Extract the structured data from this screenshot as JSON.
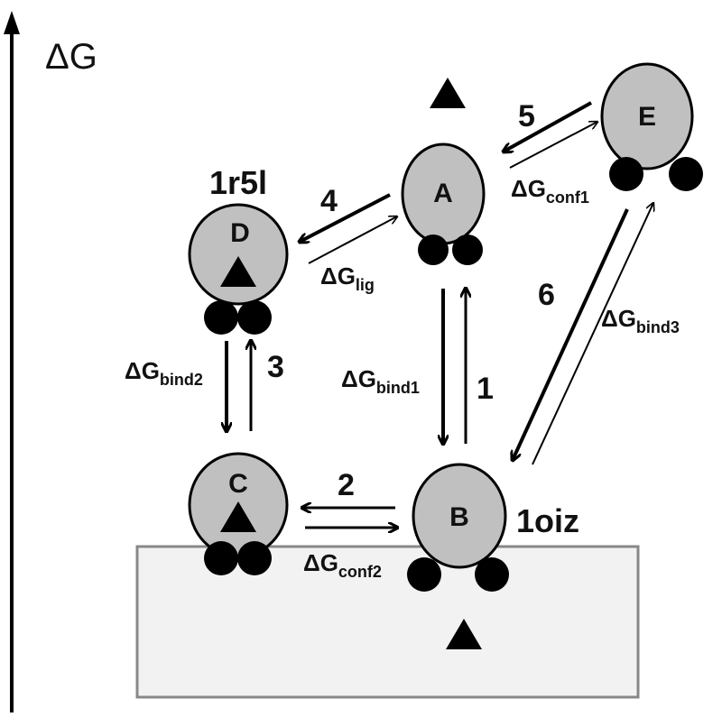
{
  "axis": {
    "label": "ΔG"
  },
  "nodes": {
    "A": {
      "letter": "A"
    },
    "B": {
      "letter": "B",
      "pdb": "1oiz"
    },
    "C": {
      "letter": "C"
    },
    "D": {
      "letter": "D",
      "pdb": "1r5l"
    },
    "E": {
      "letter": "E"
    }
  },
  "steps": {
    "s1": "1",
    "s2": "2",
    "s3": "3",
    "s4": "4",
    "s5": "5",
    "s6": "6"
  },
  "energies": {
    "conf1": {
      "main": "ΔG",
      "sub": "conf1"
    },
    "conf2": {
      "main": "ΔG",
      "sub": "conf2"
    },
    "lig": {
      "main": "ΔG",
      "sub": "lig"
    },
    "bind1": {
      "main": "ΔG",
      "sub": "bind1"
    },
    "bind2": {
      "main": "ΔG",
      "sub": "bind2"
    },
    "bind3": {
      "main": "ΔG",
      "sub": "bind3"
    }
  },
  "colors": {
    "node_fill": "#c0c0c0",
    "membrane_fill": "#f2f2f2",
    "membrane_stroke": "#888888",
    "ink": "#000000"
  }
}
